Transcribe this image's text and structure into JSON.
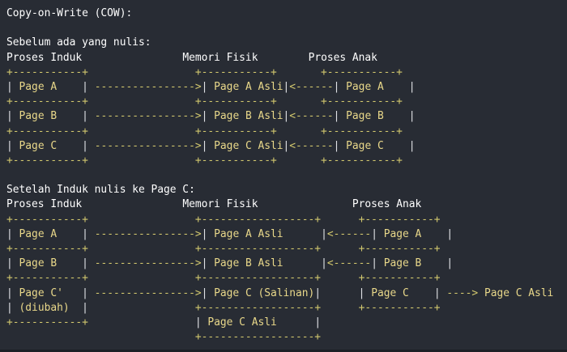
{
  "title": "Copy-on-Write (COW):",
  "before": {
    "heading": "Sebelum ada yang nulis:",
    "col_parent": "Proses Induk",
    "col_memory": "Memori Fisik",
    "col_child": "Proses Anak",
    "parent_pages": [
      "Page A",
      "Page B",
      "Page C"
    ],
    "memory_pages": [
      "Page A Asli",
      "Page B Asli",
      "Page C Asli"
    ],
    "child_pages": [
      "Page A",
      "Page B",
      "Page C"
    ]
  },
  "after": {
    "heading": "Setelah Induk nulis ke Page C:",
    "col_parent": "Proses Induk",
    "col_memory": "Memori Fisik",
    "col_child": "Proses Anak",
    "parent_pages": [
      "Page A",
      "Page B",
      "Page C'"
    ],
    "parent_note": "(diubah)",
    "memory_pages": [
      "Page A Asli",
      "Page B Asli",
      "Page C (Salinan)",
      "Page C Asli"
    ],
    "child_pages": [
      "Page A",
      "Page B",
      "Page C"
    ],
    "child_external_target": "Page C Asli"
  }
}
